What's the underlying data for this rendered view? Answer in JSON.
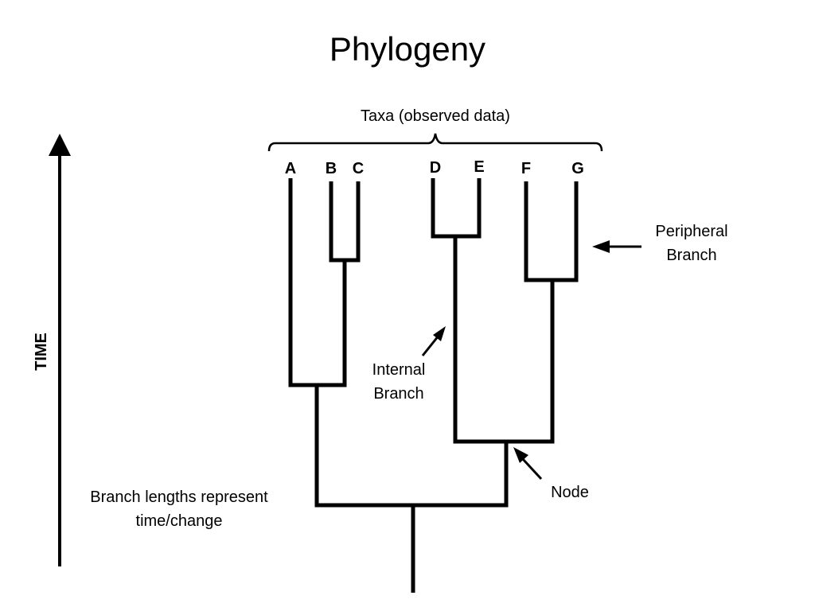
{
  "slide": {
    "title": "Phylogeny",
    "taxa_header": "Taxa (observed data)",
    "time_label": "TIME",
    "branch_lengths_line1": "Branch lengths represent",
    "branch_lengths_line2": "time/change",
    "internal_branch_line1": "Internal",
    "internal_branch_line2": "Branch",
    "peripheral_branch_line1": "Peripheral",
    "peripheral_branch_line2": "Branch",
    "node_label": "Node"
  },
  "taxa": [
    "A",
    "B",
    "C",
    "D",
    "E",
    "F",
    "G"
  ],
  "colors": {
    "ink": "#000000",
    "background": "#ffffff"
  }
}
